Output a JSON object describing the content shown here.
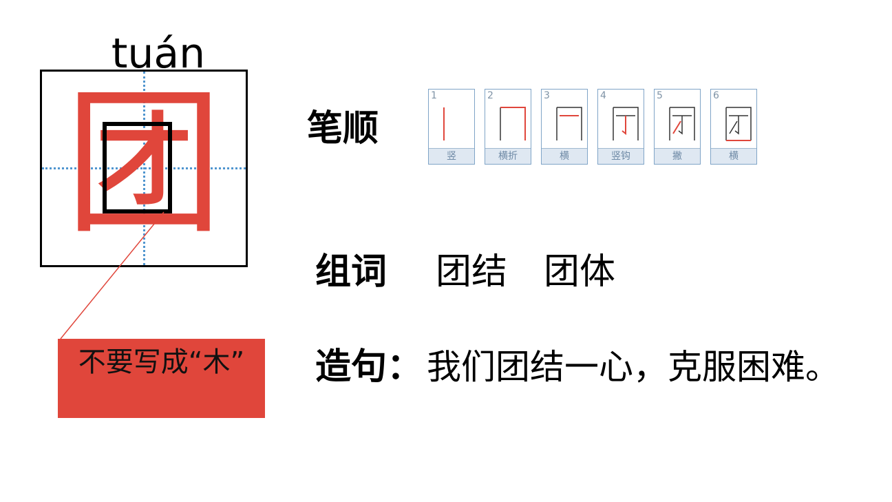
{
  "character": {
    "pinyin": "tuán",
    "glyph": "团",
    "accent_color": "#e0463b",
    "guide_color": "#4f95cf"
  },
  "callout": {
    "text": "不要写成“木”"
  },
  "stroke_order": {
    "label": "笔顺",
    "steps": [
      {
        "num": "1",
        "name": "竖"
      },
      {
        "num": "2",
        "name": "横折"
      },
      {
        "num": "3",
        "name": "横"
      },
      {
        "num": "4",
        "name": "竖钩"
      },
      {
        "num": "5",
        "name": "撇"
      },
      {
        "num": "6",
        "name": "横"
      }
    ]
  },
  "words": {
    "label": "组词",
    "items": [
      "团结",
      "团体"
    ]
  },
  "sentence": {
    "label": "造句：",
    "text": "我们团结一心，克服困难。"
  }
}
